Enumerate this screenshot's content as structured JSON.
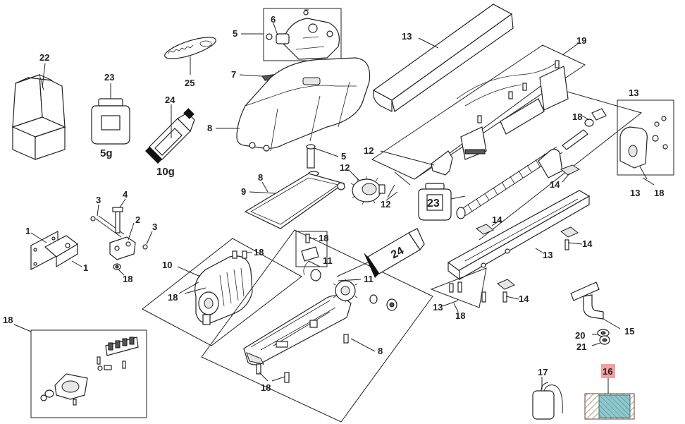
{
  "diagram": {
    "callouts": {
      "c1a": "1",
      "c1b": "1",
      "c2": "2",
      "c3a": "3",
      "c3b": "3",
      "c4": "4",
      "c5a": "5",
      "c5b": "5",
      "c6": "6",
      "c7": "7",
      "c8a": "8",
      "c8b": "8",
      "c8c": "8",
      "c9": "9",
      "c10": "10",
      "c11a": "11",
      "c11b": "11",
      "c12a": "12",
      "c12b": "12",
      "c12c": "12",
      "c13a": "13",
      "c13b": "13",
      "c13c": "13",
      "c13d": "13",
      "c13e": "13",
      "c14a": "14",
      "c14b": "14",
      "c14c": "14",
      "c14d": "14",
      "c15": "15",
      "c16": "16",
      "c17": "17",
      "c18a": "18",
      "c18b": "18",
      "c18c": "18",
      "c18d": "18",
      "c18e": "18",
      "c18f": "18",
      "c18g": "18",
      "c18h": "18",
      "c18i": "18",
      "c19": "19",
      "c20": "20",
      "c21": "21",
      "c22": "22",
      "c23": "23",
      "c24a": "24",
      "c24b": "24",
      "c25": "25"
    },
    "jar_label": "23",
    "tube_label": "24",
    "jar_qty": "5g",
    "tube_qty": "10g",
    "highlight_color": "#f4a0a0"
  }
}
